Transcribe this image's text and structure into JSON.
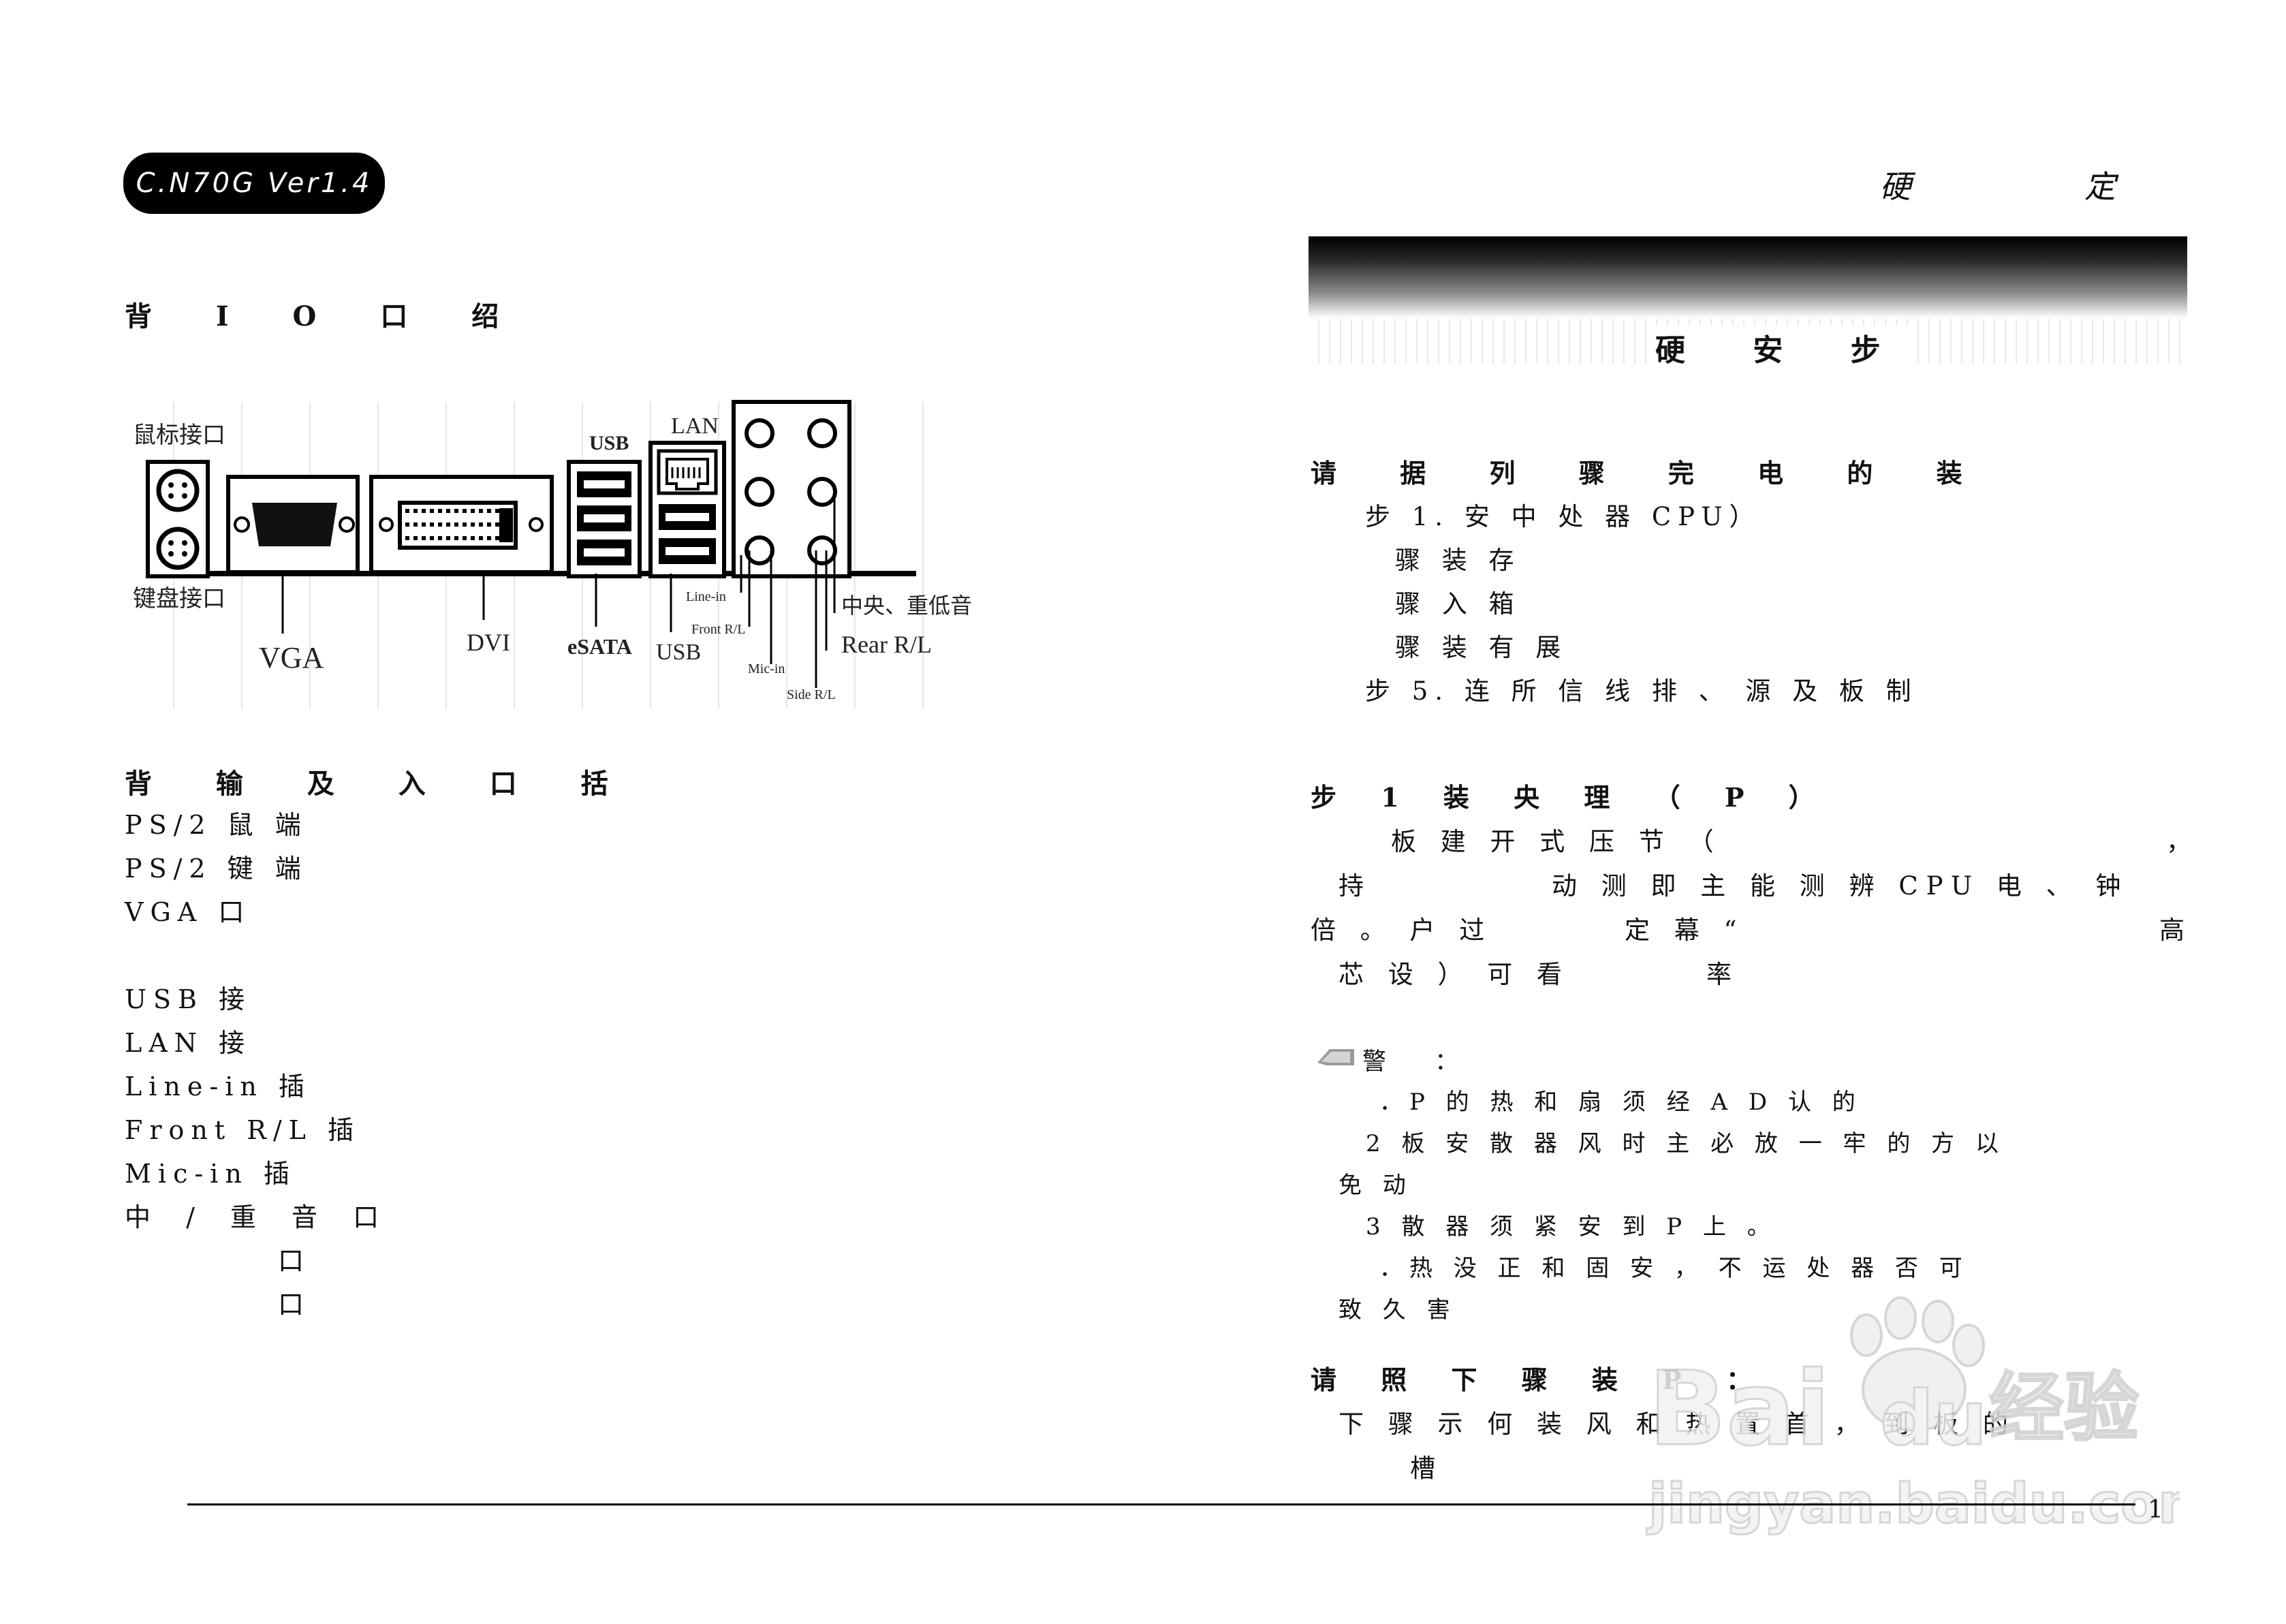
{
  "header": {
    "badge": "C.N70G  Ver1.4",
    "chapter_title": "硬 定"
  },
  "left": {
    "heading": "背 I O 口 绍",
    "figure_labels": {
      "mouse": "鼠标接口",
      "keyboard": "键盘接口",
      "vga": "VGA",
      "dvi": "DVI",
      "esata": "eSATA",
      "usb_top": "USB",
      "usb_bottom": "USB",
      "lan": "LAN",
      "line_in": "Line-in",
      "front": "Front R/L",
      "mic": "Mic-in",
      "side": "Side R/L",
      "center": "中央、重低音",
      "rear": "Rear R/L"
    },
    "list_heading": "背 输 及 入 口 括",
    "list": [
      "PS/2 鼠  端",
      "PS/2 键  端",
      "VGA 口",
      "",
      "USB 接",
      "LAN 接",
      "Line-in 插",
      "Front R/L 插",
      "Mic-in 插",
      "中  / 重  音  口",
      "口",
      "口"
    ]
  },
  "right": {
    "section_title": "硬 安 步",
    "intro_heading": "请 据 列 骤 完 电 的 装",
    "steps": [
      "步  1. 安  中  处  器  CPU）",
      "骤      装  存",
      "骤      入  箱",
      "骤      装  有  展",
      "步  5. 连  所  信  线  排  、  源  及  板  制"
    ],
    "step1_heading": "步 1   装 央 理 （ P ）",
    "step1_lines": [
      "板  建  开  式  压  节  （",
      "，",
      "持",
      "动  测  即  主  能  测  辨  CPU 电  、  钟",
      "倍  。  户  过",
      "定  幕  “",
      "高",
      "芯  设  ）  可  看",
      "率"
    ],
    "warning_label": "警 ：",
    "warnings": [
      "．P  的  热  和  扇  须  经  A  D  认  的",
      "2  板  安  散  器  风  时  主  必  放  一  牢  的  方  以",
      "免  动",
      "3  散  器  须  紧  安  到  P  上  。",
      "．热  没  正  和  固  安  ，  不  运  处  器  否  可",
      "致  久  害"
    ],
    "install_heading": "请 照 下 骤 装 P ：",
    "install_lines": [
      "下  骤  示  何  装      风  和  热  置  首  ，  到  板  的",
      "槽"
    ],
    "page_number": "1"
  },
  "watermark": {
    "brand": "Bai",
    "brand2": "du",
    "brand_cn": "经验",
    "url": "jingyan.baidu.com"
  }
}
